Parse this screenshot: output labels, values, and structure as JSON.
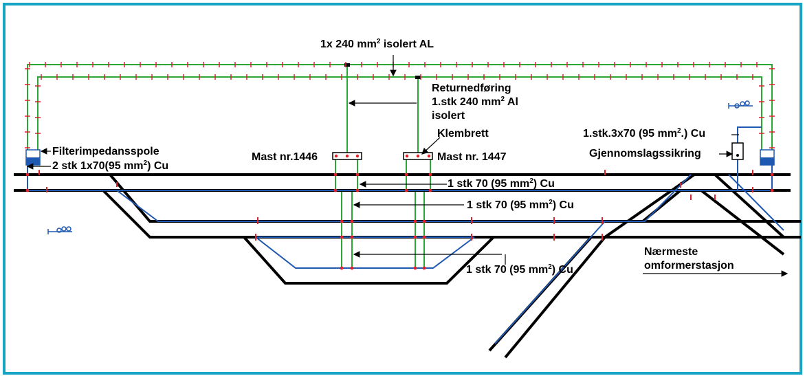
{
  "labels": {
    "top_feeder": {
      "text": "1x 240 mm",
      "sup": "2",
      "tail": " isolert AL"
    },
    "return_title": "Returnedføring",
    "return_line1": {
      "text": "1.stk 240 mm",
      "sup": "2",
      "tail": " Al"
    },
    "return_line2": "isolert",
    "klembrett": "Klembrett",
    "mast_left": "Mast nr.1446",
    "mast_right": "Mast nr. 1447",
    "filter": "Filterimpedansspole",
    "cu_left": {
      "text": "2 stk 1x70(95 mm",
      "sup": "2",
      "tail": ") Cu"
    },
    "cu_right": {
      "text": "1.stk.3x70 (95 mm",
      "sup": "2",
      "tail": ".) Cu"
    },
    "gjennomslag": "Gjennomslagssikring",
    "cable_1": {
      "text": "1 stk 70 (95 mm",
      "sup": "2",
      "tail": ") Cu"
    },
    "cable_2": {
      "text": "1 stk 70 (95 mm",
      "sup": "2",
      "tail": ") Cu"
    },
    "cable_3": {
      "text": "1 stk 70 (95 mm",
      "sup": "2",
      "tail": ") Cu"
    },
    "nearest_1": "Nærmeste",
    "nearest_2": "omformerstasjon"
  },
  "colors": {
    "frame": "#18a4c4",
    "overhead_wire": "#2aa836",
    "insulator": "#e0202a",
    "rail": "#000000",
    "return_rail": "#1f58b0",
    "impedance_bond": "#1f58b0"
  },
  "icons": [
    "filter-impedance-box-left",
    "filter-impedance-box-right",
    "spark-gap-box",
    "signal-icon-left",
    "signal-icon-right"
  ]
}
